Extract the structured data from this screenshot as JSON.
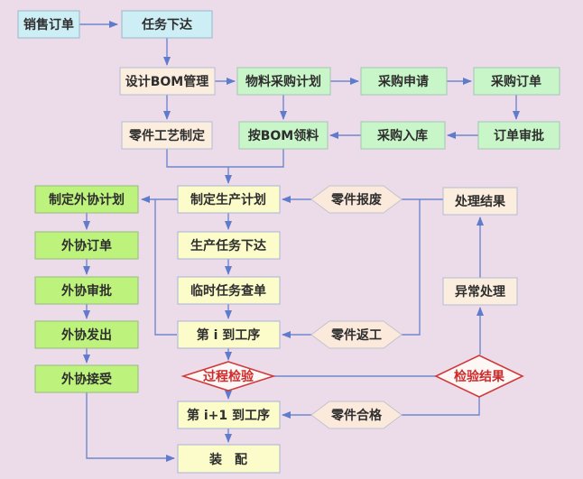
{
  "diagram": {
    "type": "flowchart",
    "language": "zh-CN",
    "description": "production-and-outsourcing-process-flowchart"
  },
  "palette": {
    "background": "#ecdbe9",
    "connector_blue": "#6e87cd",
    "box_blue_fill": "#cdeef5",
    "box_green_fill": "#c9f6c9",
    "box_lime_fill": "#bdf37c",
    "box_yellow_fill": "#fcfcca",
    "box_cream_fill": "#fceede",
    "hexagon_fill": "#fbe9dc",
    "diamond_fill": "#fdf7f6",
    "diamond_border": "#cf3a3a",
    "text_dark": "#2e2e2e",
    "text_red": "#cf2a2a"
  },
  "nodes": {
    "sales_order": {
      "label": "销售订单"
    },
    "task_release": {
      "label": "任务下达"
    },
    "design_bom": {
      "label": "设计BOM管理"
    },
    "material_purchase_plan": {
      "label": "物料采购计划"
    },
    "purchase_request": {
      "label": "采购申请"
    },
    "purchase_order": {
      "label": "采购订单"
    },
    "part_process_plan": {
      "label": "零件工艺制定"
    },
    "pick_by_bom": {
      "label": "按BOM领料"
    },
    "purchase_inbound": {
      "label": "采购入库"
    },
    "order_approval": {
      "label": "订单审批"
    },
    "outsourcing_plan": {
      "label": "制定外协计划"
    },
    "production_plan": {
      "label": "制定生产计划"
    },
    "part_scrap": {
      "label": "零件报废"
    },
    "handle_result": {
      "label": "处理结果"
    },
    "outsourcing_order": {
      "label": "外协订单"
    },
    "production_task_release": {
      "label": "生产任务下达"
    },
    "outsourcing_approval": {
      "label": "外协审批"
    },
    "temp_task_query": {
      "label": "临时任务查单"
    },
    "exception_handling": {
      "label": "异常处理"
    },
    "outsourcing_dispatch": {
      "label": "外协发出"
    },
    "process_i": {
      "label": "第 i 到工序"
    },
    "part_rework": {
      "label": "零件返工"
    },
    "outsourcing_accept": {
      "label": "外协接受"
    },
    "process_inspection": {
      "label": "过程检验"
    },
    "inspection_result": {
      "label": "检验结果"
    },
    "process_i_plus_1": {
      "label": "第 i+1 到工序"
    },
    "part_qualified": {
      "label": "零件合格"
    },
    "assembly": {
      "label": "装　配"
    }
  }
}
